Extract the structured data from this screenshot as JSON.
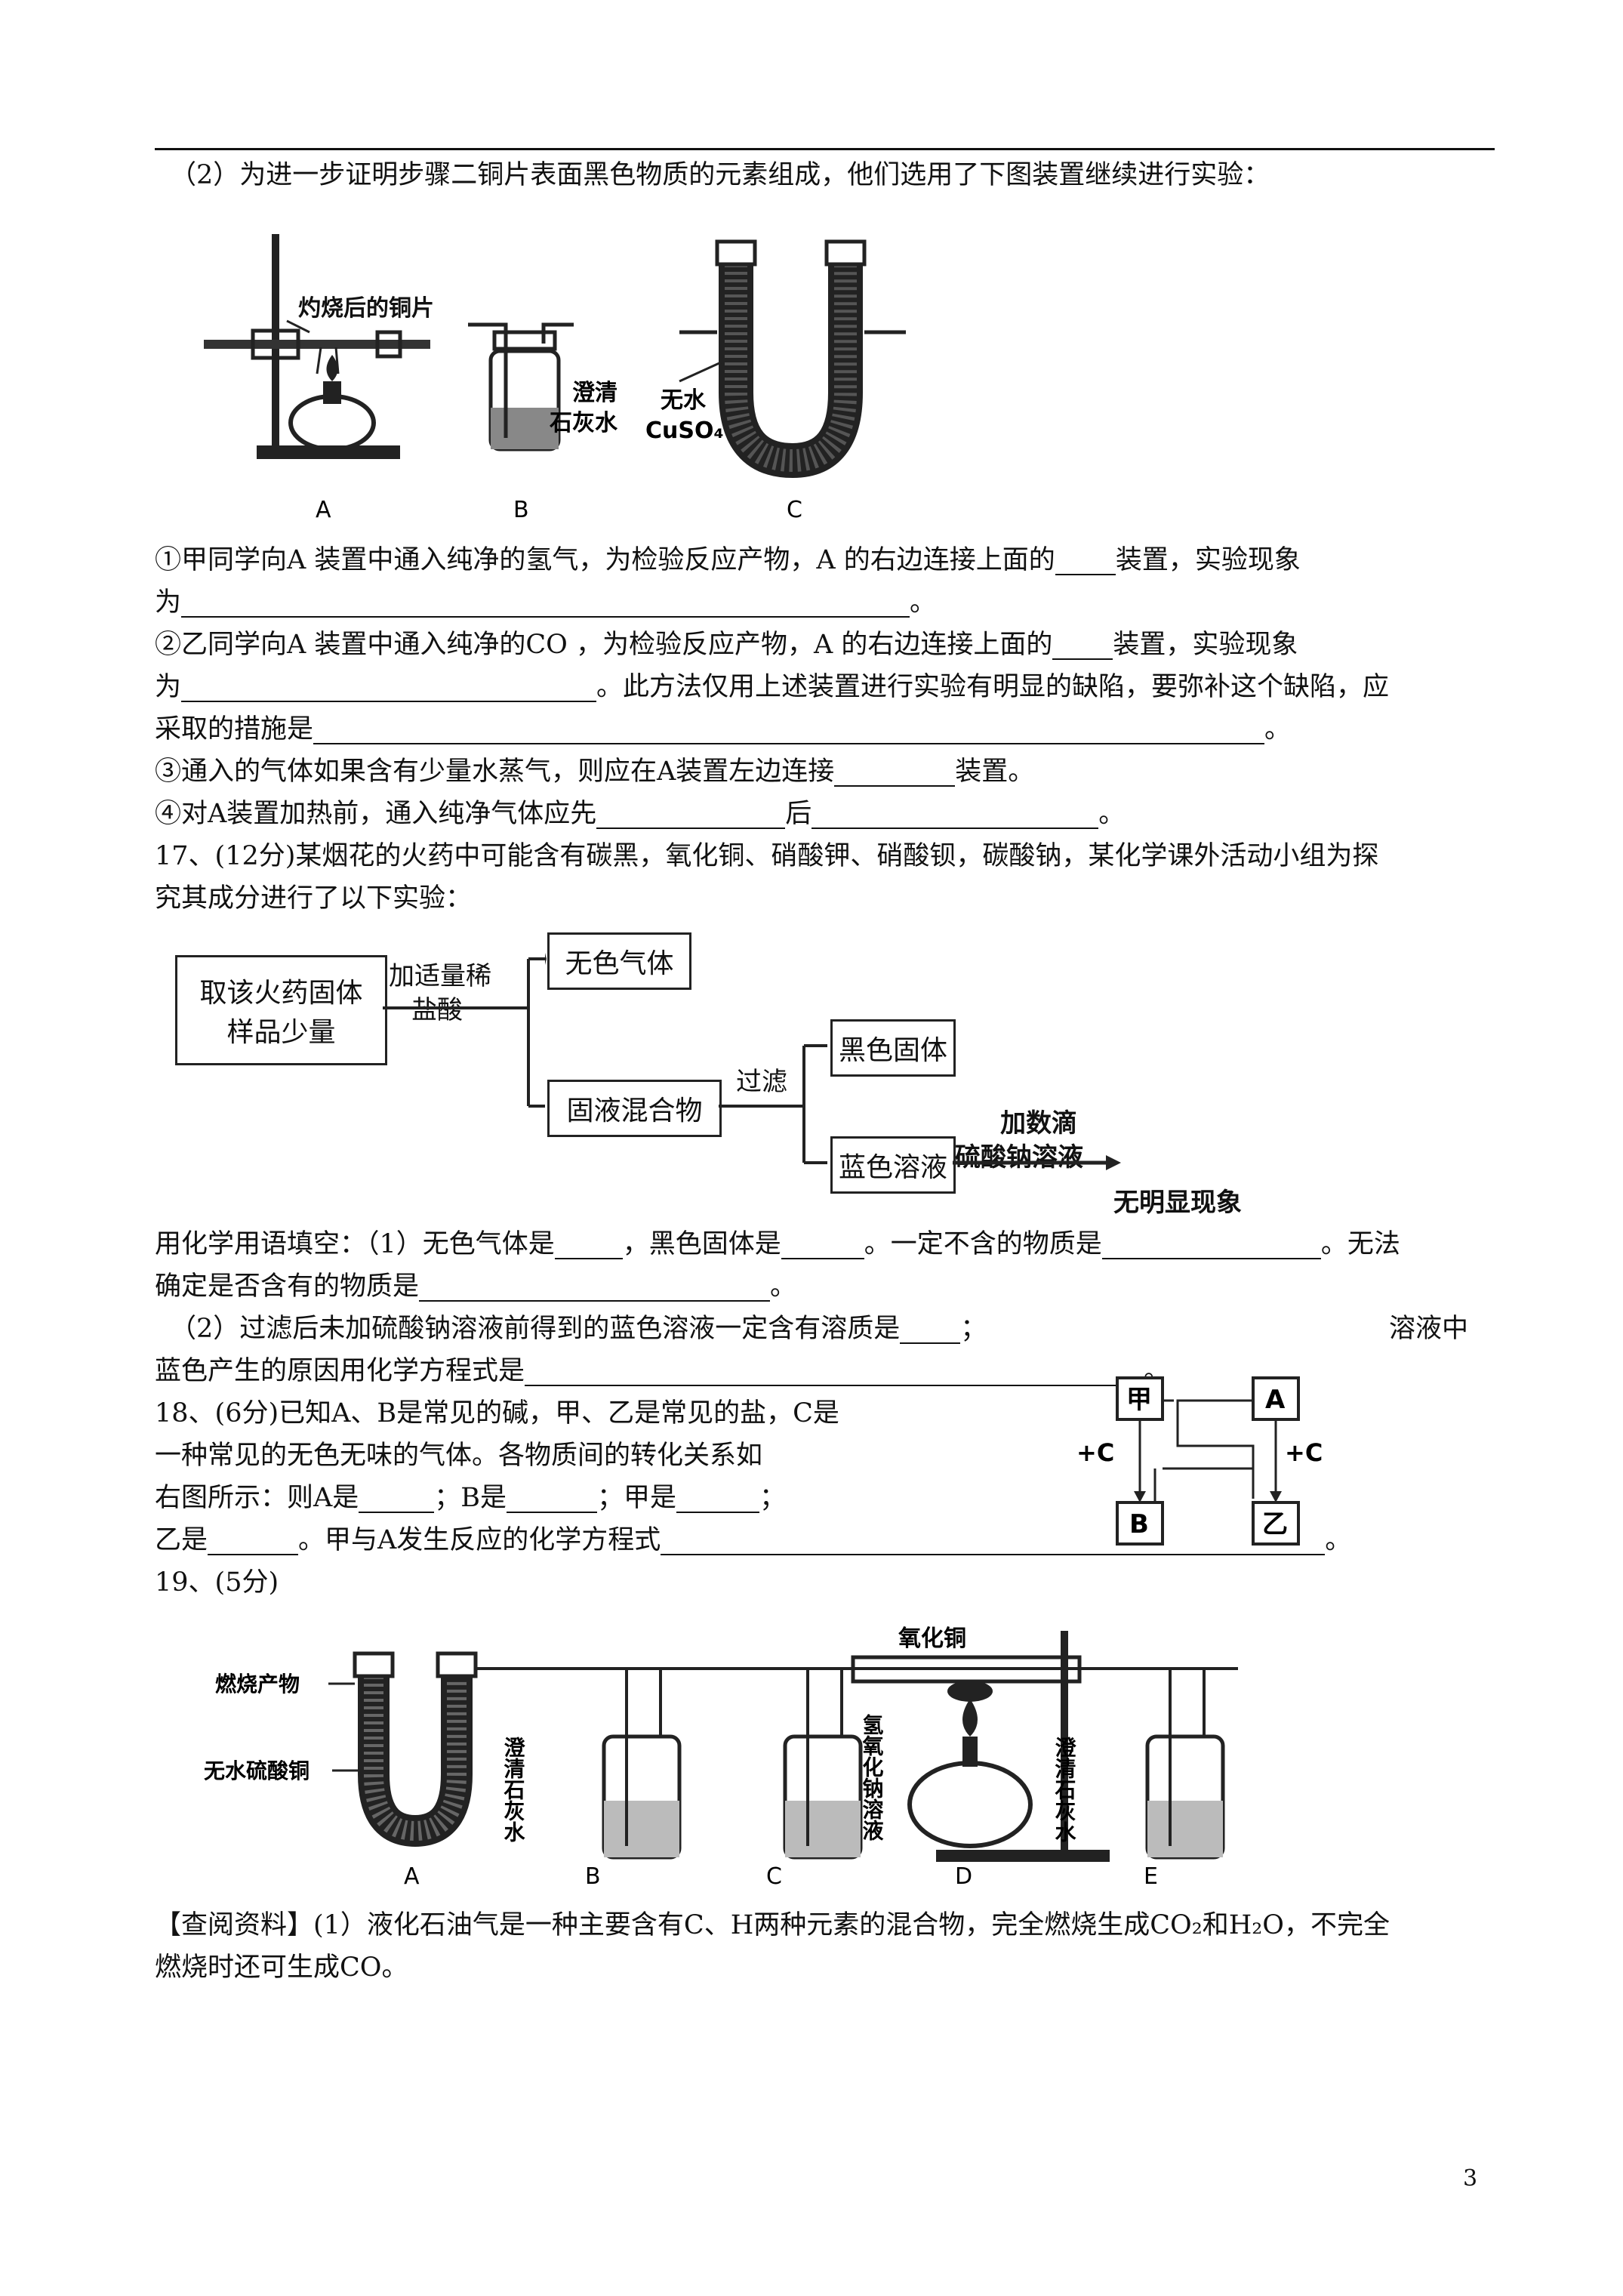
{
  "q16_2_intro": "（2）为进一步证明步骤二铜片表面黑色物质的元素组成，他们选用了下图装置继续进行实验：",
  "fig1": {
    "copper_label": "灼烧后的铜片",
    "limewater_label_1": "澄清",
    "limewater_label_2": "石灰水",
    "cuso4_label_1": "无水",
    "cuso4_label_2": "CuSO₄",
    "labels": [
      "A",
      "B",
      "C"
    ]
  },
  "q16": {
    "s1a": "①甲同学向A  装置中通入纯净的氢气，为检验反应产物，A  的右边连接上面的",
    "s1b": "装置，实验现象",
    "s1c": "为",
    "s1d": "。",
    "s2a": "②乙同学向A  装置中通入纯净的CO ，为检验反应产物，A  的右边连接上面的",
    "s2b": "装置，实验现象",
    "s2c": "为",
    "s2d": "。此方法仅用上述装置进行实验有明显的缺陷，要弥补这个缺陷，应",
    "s2e": "采取的措施是",
    "s2f": "。",
    "s3a": "③通入的气体如果含有少量水蒸气，则应在A装置左边连接",
    "s3b": "装置。",
    "s4a": "④对A装置加热前，通入纯净气体应先",
    "s4b": "后",
    "s4c": "。"
  },
  "q17": {
    "intro1": "17、(12分)某烟花的火药中可能含有碳黑，氧化铜、硝酸钾、硝酸钡，碳酸钠，某化学课外活动小组为探",
    "intro2": "究其成分进行了以下实验：",
    "flow": {
      "start_1": "取该火药固体",
      "start_2": "样品少量",
      "reagent_1": "加适量稀",
      "reagent_2": "盐酸",
      "gas": "无色气体",
      "mixture": "固液混合物",
      "filter": "过滤",
      "black_solid": "黑色固体",
      "blue_solution": "蓝色溶液",
      "add_1": "加数滴",
      "add_2": "硫酸钠溶液",
      "result": "无明显现象"
    },
    "q1a": "用化学用语填空：（1）无色气体是",
    "q1b": "，黑色固体是",
    "q1c": "。一定不含的物质是",
    "q1d": "。无法",
    "q1e": "确定是否含有的物质是",
    "q1f": "。",
    "q2a": "（2）过滤后未加硫酸钠溶液前得到的蓝色溶液一定含有溶质是",
    "q2b": "；",
    "q2c": "溶液中",
    "q2d": "蓝色产生的原因用化学方程式是",
    "q2e": "。"
  },
  "q18": {
    "l1": "18、(6分)已知A、B是常见的碱，甲、乙是常见的盐，C是",
    "l2": "一种常见的无色无味的气体。各物质间的转化关系如",
    "l3a": "右图所示：则A是",
    "l3b": "；B是",
    "l3c": "；甲是",
    "l3d": "；",
    "l4a": "乙是",
    "l4b": "。甲与A发生反应的化学方程式",
    "l4c": "。",
    "diagram": {
      "jia": "甲",
      "A": "A",
      "B": "B",
      "yi": "乙",
      "plusC": "+C"
    }
  },
  "q19": {
    "title": "19、(5分)",
    "fig": {
      "products": "燃烧产物",
      "anhydrous": "无水硫酸铜",
      "copper_oxide": "氧化铜",
      "limewater_B": "澄清石灰水",
      "naoh": "氢氧化钠溶液",
      "limewater_E": "澄清石灰水",
      "labels": [
        "A",
        "B",
        "C",
        "D",
        "E"
      ]
    },
    "ref1": "【查阅资料】(1）液化石油气是一种主要含有C、H两种元素的混合物，完全燃烧生成CO₂和H₂O，不完全",
    "ref2": "燃烧时还可生成CO。"
  },
  "page_number": "3"
}
